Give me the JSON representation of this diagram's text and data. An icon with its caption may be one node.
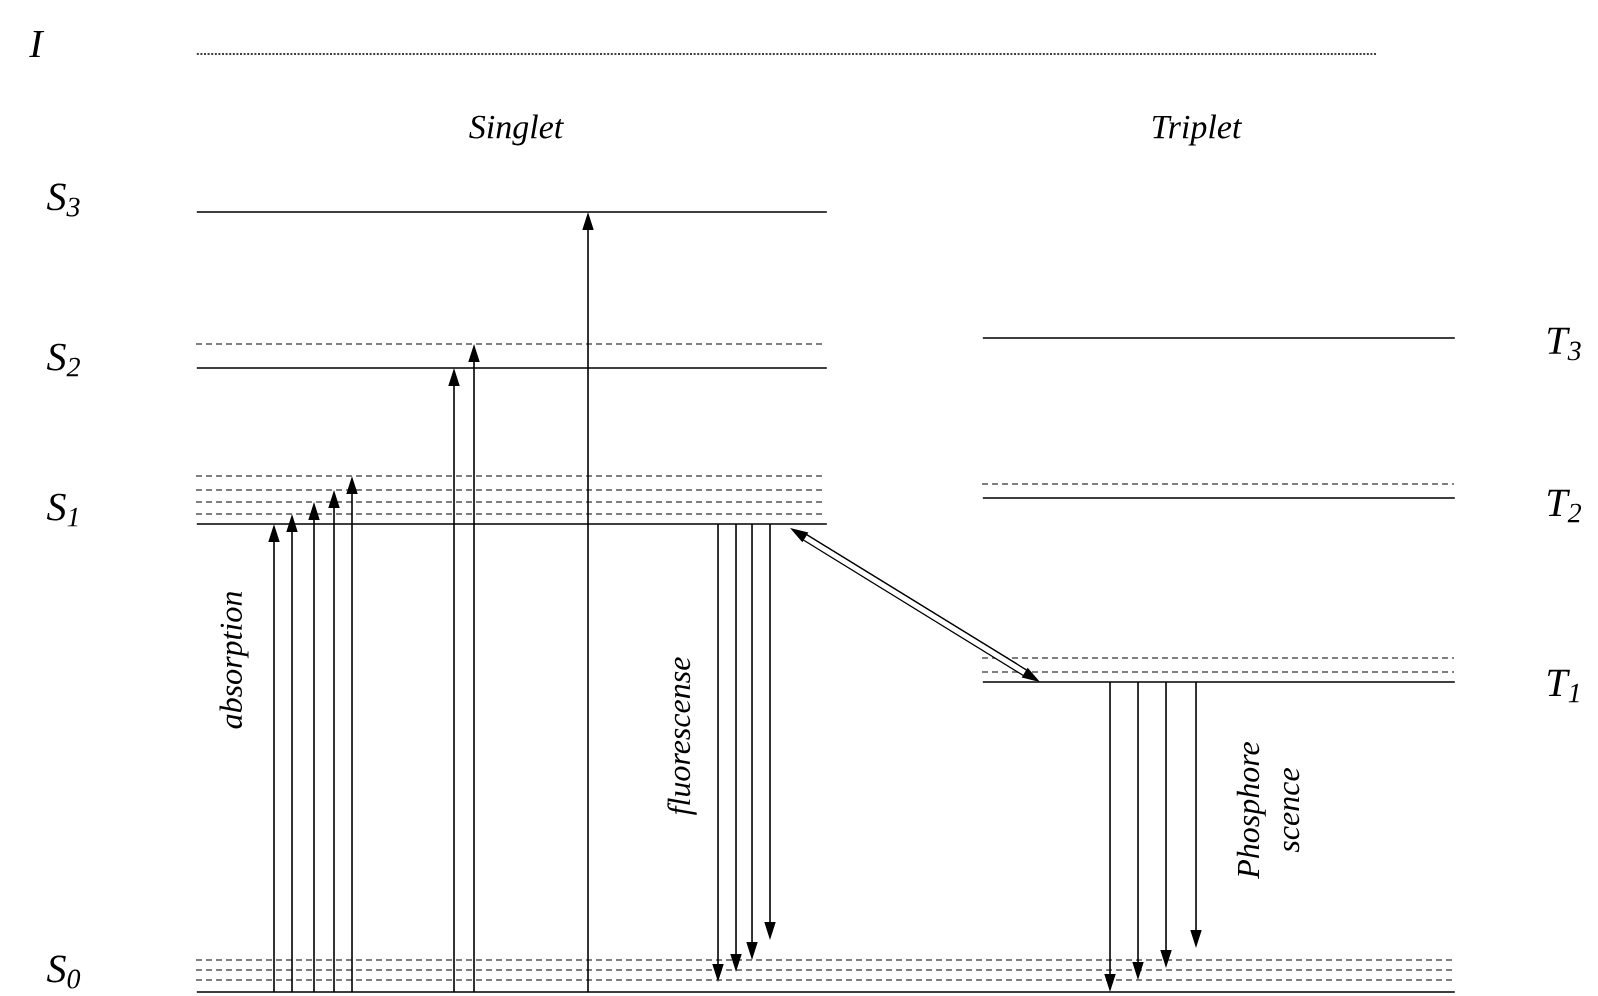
{
  "diagram": {
    "nodes": [
      {
        "text": [],
        "shape": "line",
        "beside": [
          "I"
        ]
      },
      {
        "text": [],
        "shape": "line",
        "beside": [
          "S$_{3}$"
        ]
      },
      {
        "text": [],
        "shape": "line",
        "beside": [
          "S$_{2}$"
        ]
      },
      {
        "text": [],
        "shape": "line",
        "beside": [
          "S$_{1}$"
        ]
      },
      {
        "text": [],
        "shape": "line",
        "beside": [
          "S$_{0}$"
        ]
      },
      {
        "text": [],
        "shape": "line",
        "beside": [
          "T$_{3}$"
        ]
      },
      {
        "text": [],
        "shape": "line",
        "beside": [
          "T$_{2}$"
        ]
      },
      {
        "text": [],
        "shape": "line",
        "beside": [
          "T$_{1}$"
        ]
      }
    ],
    "edges": [
      {
        "from": 4,
        "to": 3,
        "arrow": "to"
      },
      {
        "from": 4,
        "to": 3,
        "arrow": "to"
      },
      {
        "from": 4,
        "to": 3,
        "arrow": "to"
      },
      {
        "from": 4,
        "to": 3,
        "arrow": "to"
      },
      {
        "from": 4,
        "to": 3,
        "arrow": "to"
      },
      {
        "from": 4,
        "to": 2,
        "arrow": "to"
      },
      {
        "from": 4,
        "to": 2,
        "arrow": "to"
      },
      {
        "from": 4,
        "to": 1,
        "arrow": "to"
      },
      {
        "from": 3,
        "to": 4,
        "arrow": "to"
      },
      {
        "from": 3,
        "to": 4,
        "arrow": "to"
      },
      {
        "from": 3,
        "to": 4,
        "arrow": "to"
      },
      {
        "from": 3,
        "to": 4,
        "arrow": "to"
      },
      {
        "from": 3,
        "to": 7,
        "arrow": "both",
        "style": "thick"
      },
      {
        "from": 7,
        "to": 4,
        "arrow": "to"
      },
      {
        "from": 7,
        "to": 4,
        "arrow": "to"
      },
      {
        "from": 7,
        "to": 4,
        "arrow": "to"
      },
      {
        "from": 7,
        "to": 4,
        "arrow": "to"
      }
    ],
    "labels": [
      "Singlet",
      "Triplet",
      "absorption",
      "fluorescense",
      "Phosphore scence"
    ]
  }
}
